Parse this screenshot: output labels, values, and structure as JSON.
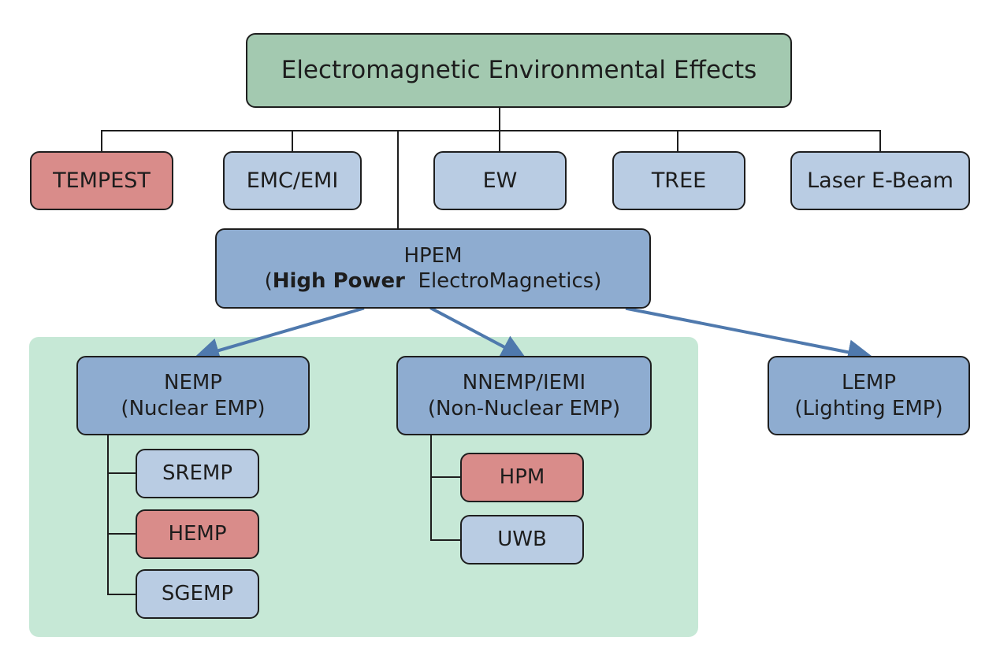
{
  "root": {
    "label": "Electromagnetic Environmental Effects"
  },
  "level1": {
    "tempest": "TEMPEST",
    "emc_emi": "EMC/EMI",
    "ew": "EW",
    "tree": "TREE",
    "laser": "Laser E-Beam"
  },
  "hpem": {
    "line1": "HPEM",
    "open_paren": "(",
    "bold_part": "High Power",
    "rest": "  ElectroMagnetics)"
  },
  "nemp": {
    "line1": "NEMP",
    "line2": "(Nuclear EMP)"
  },
  "nnemp": {
    "line1": "NNEMP/IEMI",
    "line2": "(Non-Nuclear EMP)"
  },
  "lemp": {
    "line1": "LEMP",
    "line2": "(Lighting EMP)"
  },
  "nemp_children": [
    "SREMP",
    "HEMP",
    "SGEMP"
  ],
  "nnemp_children": [
    "HPM",
    "UWB"
  ],
  "colors": {
    "root_fill": "#a3c9b0",
    "red_fill": "#d98c8a",
    "light_blue_fill": "#b9cce3",
    "mid_blue_fill": "#8eacd0",
    "region_fill": "#c6e8d6",
    "arrow": "#4f79ad",
    "line": "#1e1e1e"
  }
}
